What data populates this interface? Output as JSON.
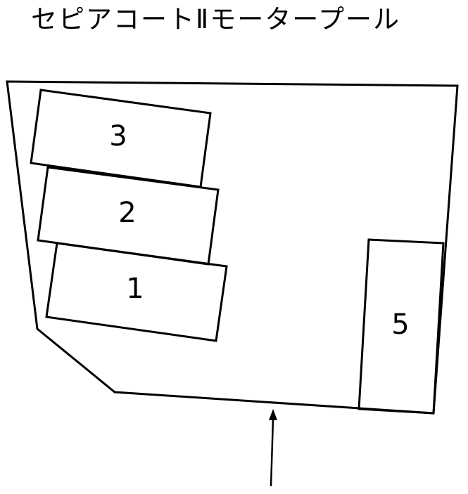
{
  "title": "セピアコートⅡモータープール",
  "slots": {
    "slot_3": "3",
    "slot_2": "2",
    "slot_1": "1",
    "slot_5": "5"
  },
  "entrance_arrow": "entrance-arrow-icon",
  "colors": {
    "line": "#000000",
    "background": "#ffffff"
  }
}
